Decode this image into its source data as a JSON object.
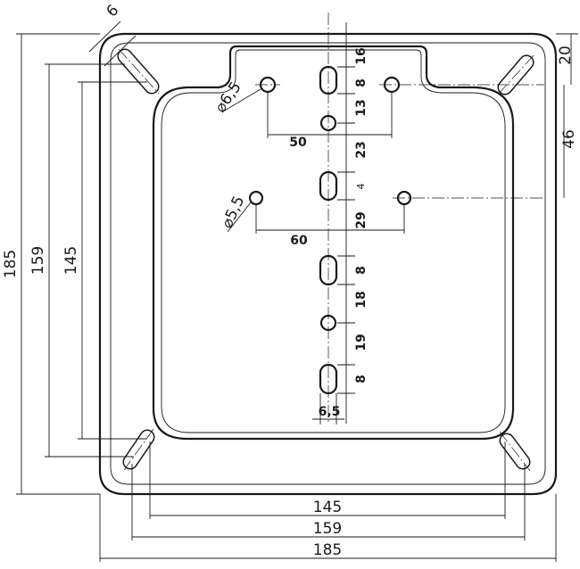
{
  "dimensions": {
    "outer_width": "185",
    "hole_span_159": "159",
    "hole_span_145": "145",
    "top_offset": "20",
    "right_46": "46",
    "slot_width": "6",
    "dia_top": "⌀6,5",
    "dia_mid": "⌀5,5",
    "spacing_50": "50",
    "spacing_60": "60",
    "v16": "16",
    "v8a": "8",
    "v13": "13",
    "v23": "23",
    "v4": "4",
    "v29": "29",
    "v8b": "8",
    "v18": "18",
    "v19": "19",
    "v8c": "8",
    "slot_65": "6,5"
  }
}
